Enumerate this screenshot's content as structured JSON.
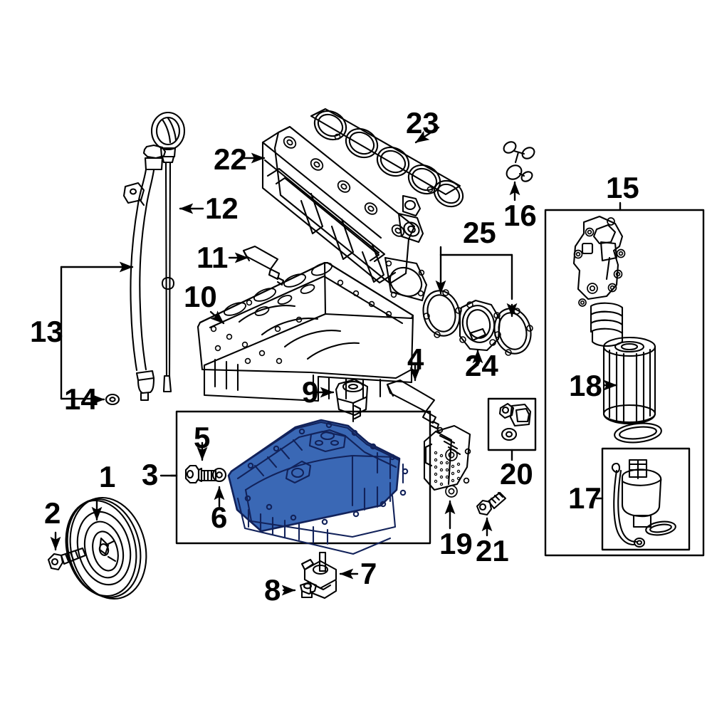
{
  "diagram": {
    "title": "Engine Oil Pan and Related Components Exploded Parts Diagram",
    "background_color": "#ffffff",
    "line_color": "#000000",
    "highlight_color": "#3a68b5",
    "highlight_stroke": "#12225a",
    "callouts": [
      {
        "id": "1",
        "label": "1",
        "part": "crankshaft-pulley-damper"
      },
      {
        "id": "2",
        "label": "2",
        "part": "pulley-bolt"
      },
      {
        "id": "3",
        "label": "3",
        "part": "oil-pan-kit-bracket"
      },
      {
        "id": "4",
        "label": "4",
        "part": "sealant-tube"
      },
      {
        "id": "5",
        "label": "5",
        "part": "drain-plug"
      },
      {
        "id": "6",
        "label": "6",
        "part": "drain-plug-gasket"
      },
      {
        "id": "7",
        "label": "7",
        "part": "oil-level-sensor"
      },
      {
        "id": "8",
        "label": "8",
        "part": "sensor-nut"
      },
      {
        "id": "9",
        "label": "9",
        "part": "oil-pressure-switch"
      },
      {
        "id": "10",
        "label": "10",
        "part": "upper-oil-pan"
      },
      {
        "id": "11",
        "label": "11",
        "part": "sealant-tube-upper"
      },
      {
        "id": "12",
        "label": "12",
        "part": "oil-dipstick"
      },
      {
        "id": "13",
        "label": "13",
        "part": "dipstick-tube"
      },
      {
        "id": "14",
        "label": "14",
        "part": "dipstick-tube-seal"
      },
      {
        "id": "15",
        "label": "15",
        "part": "oil-filter-housing-assembly"
      },
      {
        "id": "16",
        "label": "16",
        "part": "oil-jet-spray-nozzle"
      },
      {
        "id": "17",
        "label": "17",
        "part": "oil-filter-cap-kit"
      },
      {
        "id": "18",
        "label": "18",
        "part": "oil-filter-element"
      },
      {
        "id": "19",
        "label": "19",
        "part": "oil-cooler"
      },
      {
        "id": "20",
        "label": "20",
        "part": "oil-cooler-seal-kit"
      },
      {
        "id": "21",
        "label": "21",
        "part": "oil-cooler-bolt"
      },
      {
        "id": "22",
        "label": "22",
        "part": "intake-manifold"
      },
      {
        "id": "23",
        "label": "23",
        "part": "intake-manifold-gasket"
      },
      {
        "id": "24",
        "label": "24",
        "part": "balance-shaft-cover"
      },
      {
        "id": "25",
        "label": "25",
        "part": "cover-gaskets"
      }
    ],
    "highlighted_part": {
      "number": "5",
      "name": "oil-pan-lower",
      "description": "Lower engine oil pan shown highlighted in blue"
    }
  }
}
